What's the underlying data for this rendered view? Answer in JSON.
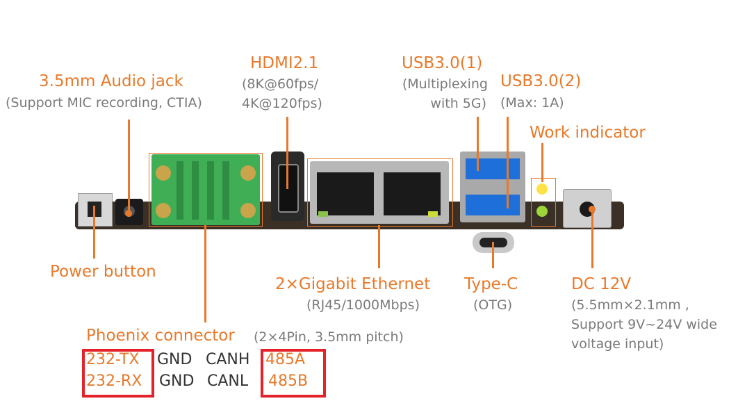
{
  "labels": {
    "audio": {
      "title": "3.5mm Audio jack",
      "sub": "(Support MIC recording, CTIA)"
    },
    "hdmi": {
      "title": "HDMI2.1",
      "sub1": "(8K@60fps/",
      "sub2": "4K@120fps)"
    },
    "usb1": {
      "title": "USB3.0(1)",
      "sub1": "(Multiplexing",
      "sub2": "with 5G)"
    },
    "usb2": {
      "title": "USB3.0(2)",
      "sub": "(Max: 1A)"
    },
    "work": {
      "title": "Work indicator"
    },
    "power": {
      "title": "Power button"
    },
    "ethernet": {
      "title": "2×Gigabit Ethernet",
      "sub": "(RJ45/1000Mbps)"
    },
    "typec": {
      "title": "Type-C",
      "sub": "(OTG)"
    },
    "dc": {
      "title": "DC 12V",
      "sub1": "(5.5mm×2.1mm ,",
      "sub2": "Support 9V~24V wide",
      "sub3": "voltage input)"
    },
    "phoenix": {
      "title": "Phoenix connector",
      "sub": "(2×4Pin, 3.5mm pitch)"
    }
  },
  "pins": {
    "row1": [
      "232-TX",
      "GND",
      "CANH",
      "485A"
    ],
    "row2": [
      "232-RX",
      "GND",
      "CANL",
      "485B"
    ]
  },
  "colors": {
    "accent": "#e8792a",
    "highlight": "#e3222b",
    "board": "#3a3026",
    "terminal": "#3fae55"
  }
}
